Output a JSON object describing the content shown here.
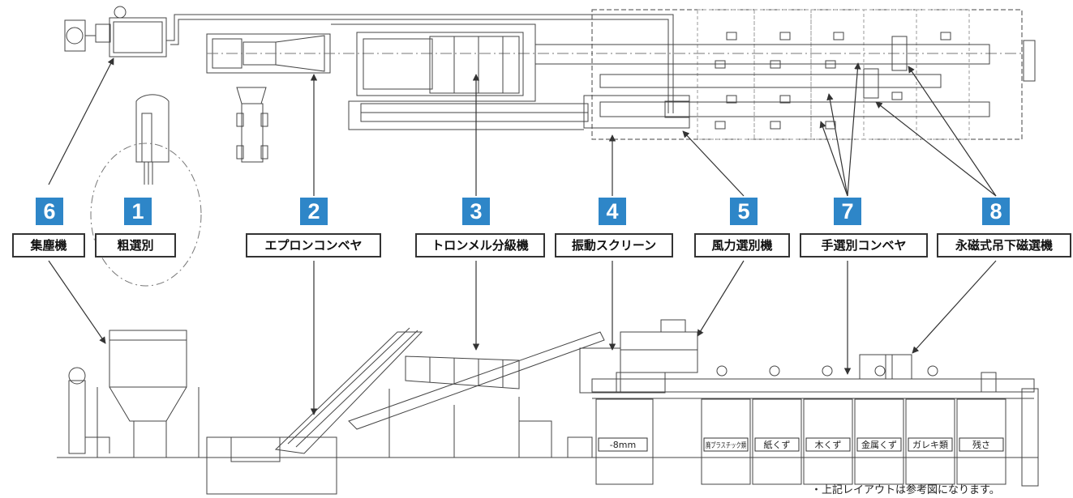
{
  "equipment": [
    {
      "no": "6",
      "name": "集塵機"
    },
    {
      "no": "1",
      "name": "粗選別"
    },
    {
      "no": "2",
      "name": "エプロンコンベヤ"
    },
    {
      "no": "3",
      "name": "トロンメル分級機"
    },
    {
      "no": "4",
      "name": "振動スクリーン"
    },
    {
      "no": "5",
      "name": "風力選別機"
    },
    {
      "no": "7",
      "name": "手選別コンベヤ"
    },
    {
      "no": "8",
      "name": "永磁式吊下磁選機"
    }
  ],
  "bins": [
    "-8mm",
    "廃プラスチック類",
    "紙くず",
    "木くず",
    "金属くず",
    "ガレキ類",
    "残さ"
  ],
  "note": "・上記レイアウトは参考図になります。",
  "colors": {
    "badge": "#2e86c8",
    "line": "#444444"
  }
}
